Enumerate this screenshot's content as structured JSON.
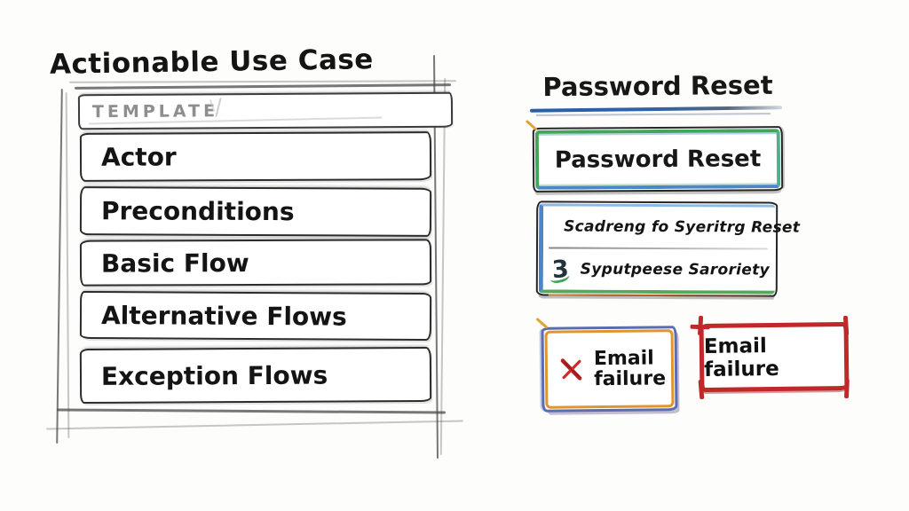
{
  "left_panel": {
    "title": "Actionable Use Case",
    "header_label": "TEMPLATE",
    "rows": [
      {
        "label": "Actor"
      },
      {
        "label": "Preconditions"
      },
      {
        "label": "Basic Flow"
      },
      {
        "label": "Alternative Flows"
      },
      {
        "label": "Exception Flows"
      }
    ]
  },
  "right_panel": {
    "title": "Password Reset",
    "primary_box": {
      "label": "Password Reset"
    },
    "steps_box": {
      "rows": [
        {
          "icon": "search-icon",
          "text": "Scadreng fo Syeritrg Reset"
        },
        {
          "icon": "step-3-icon",
          "step_number": "3",
          "text": "Syputpeese Saroriety"
        }
      ]
    },
    "failure_box_annotated": {
      "icon": "x-mark-icon",
      "line1": "Email",
      "line2": "failure"
    },
    "failure_box_red": {
      "text": "Email failure"
    }
  },
  "colors": {
    "accent_blue": "#4a86c8",
    "accent_green": "#43a55c",
    "accent_red": "#c0282a",
    "accent_orange": "#e0962f",
    "pencil_dark": "#2c2c2c",
    "muted_text": "#8e8e8e"
  }
}
